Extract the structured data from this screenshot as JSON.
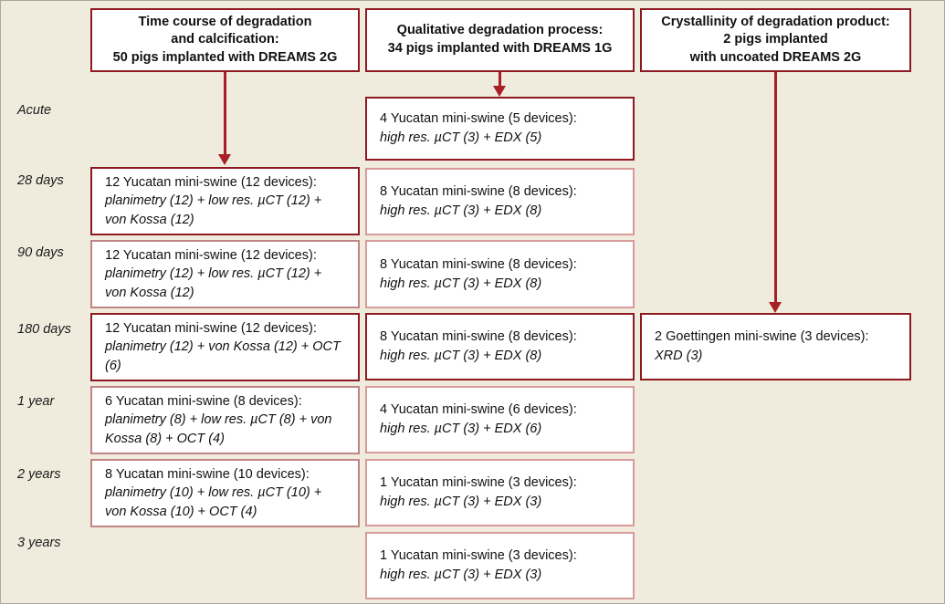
{
  "figure": {
    "background_color": "#efebdd",
    "box_border_color": "#8e1a1f",
    "arrow_color": "#a81f24"
  },
  "columns": [
    {
      "id": "time-course",
      "title_lines": [
        "Time course of degradation",
        "and calcification:",
        "50 pigs implanted with DREAMS 2G"
      ]
    },
    {
      "id": "qualitative",
      "title_lines": [
        "Qualitative degradation process:",
        "34 pigs implanted with DREAMS 1G"
      ]
    },
    {
      "id": "crystallinity",
      "title_lines": [
        "Crystallinity of degradation product:",
        "2 pigs implanted",
        "with uncoated DREAMS 2G"
      ]
    }
  ],
  "row_labels": [
    {
      "id": "acute",
      "label": "Acute"
    },
    {
      "id": "28-days",
      "label": "28 days"
    },
    {
      "id": "90-days",
      "label": "90 days"
    },
    {
      "id": "180-days",
      "label": "180 days"
    },
    {
      "id": "1-year",
      "label": "1 year"
    },
    {
      "id": "2-years",
      "label": "2 years"
    },
    {
      "id": "3-years",
      "label": "3 years"
    }
  ],
  "col1_boxes": [
    {
      "row": "28 days",
      "line1": "12 Yucatan mini-swine (12 devices):",
      "line2": "planimetry (12) + low res. µCT (12) + von Kossa (12)"
    },
    {
      "row": "90 days",
      "line1": "12 Yucatan mini-swine (12 devices):",
      "line2": "planimetry (12) + low res. µCT (12) + von Kossa (12)"
    },
    {
      "row": "180 days",
      "line1": "12 Yucatan mini-swine (12 devices):",
      "line2": "planimetry (12) + von Kossa (12) + OCT (6)"
    },
    {
      "row": "1 year",
      "line1": "6 Yucatan mini-swine (8 devices):",
      "line2": "planimetry (8) + low res. µCT (8) + von Kossa (8) + OCT (4)"
    },
    {
      "row": "2 years",
      "line1": "8 Yucatan mini-swine (10 devices):",
      "line2": "planimetry (10) + low res. µCT (10) + von Kossa (10) + OCT (4)"
    }
  ],
  "col2_boxes": [
    {
      "row": "Acute",
      "line1": "4 Yucatan mini-swine (5 devices):",
      "line2": "high res. µCT (3) + EDX (5)"
    },
    {
      "row": "28 days",
      "line1": "8 Yucatan mini-swine (8 devices):",
      "line2": "high res. µCT (3) + EDX (8)"
    },
    {
      "row": "90 days",
      "line1": "8 Yucatan mini-swine (8 devices):",
      "line2": "high res. µCT (3) + EDX (8)"
    },
    {
      "row": "180 days",
      "line1": "8 Yucatan mini-swine (8 devices):",
      "line2": "high res. µCT (3) + EDX (8)"
    },
    {
      "row": "1 year",
      "line1": "4 Yucatan mini-swine (6 devices):",
      "line2": "high res. µCT (3) + EDX (6)"
    },
    {
      "row": "2 years",
      "line1": "1 Yucatan mini-swine (3 devices):",
      "line2": "high res. µCT (3) + EDX (3)"
    },
    {
      "row": "3 years",
      "line1": "1 Yucatan mini-swine (3 devices):",
      "line2": "high res. µCT (3) + EDX (3)"
    }
  ],
  "col3_boxes": [
    {
      "row": "180 days",
      "line1": "2 Goettingen mini-swine (3 devices):",
      "line2": "XRD (3)"
    }
  ]
}
